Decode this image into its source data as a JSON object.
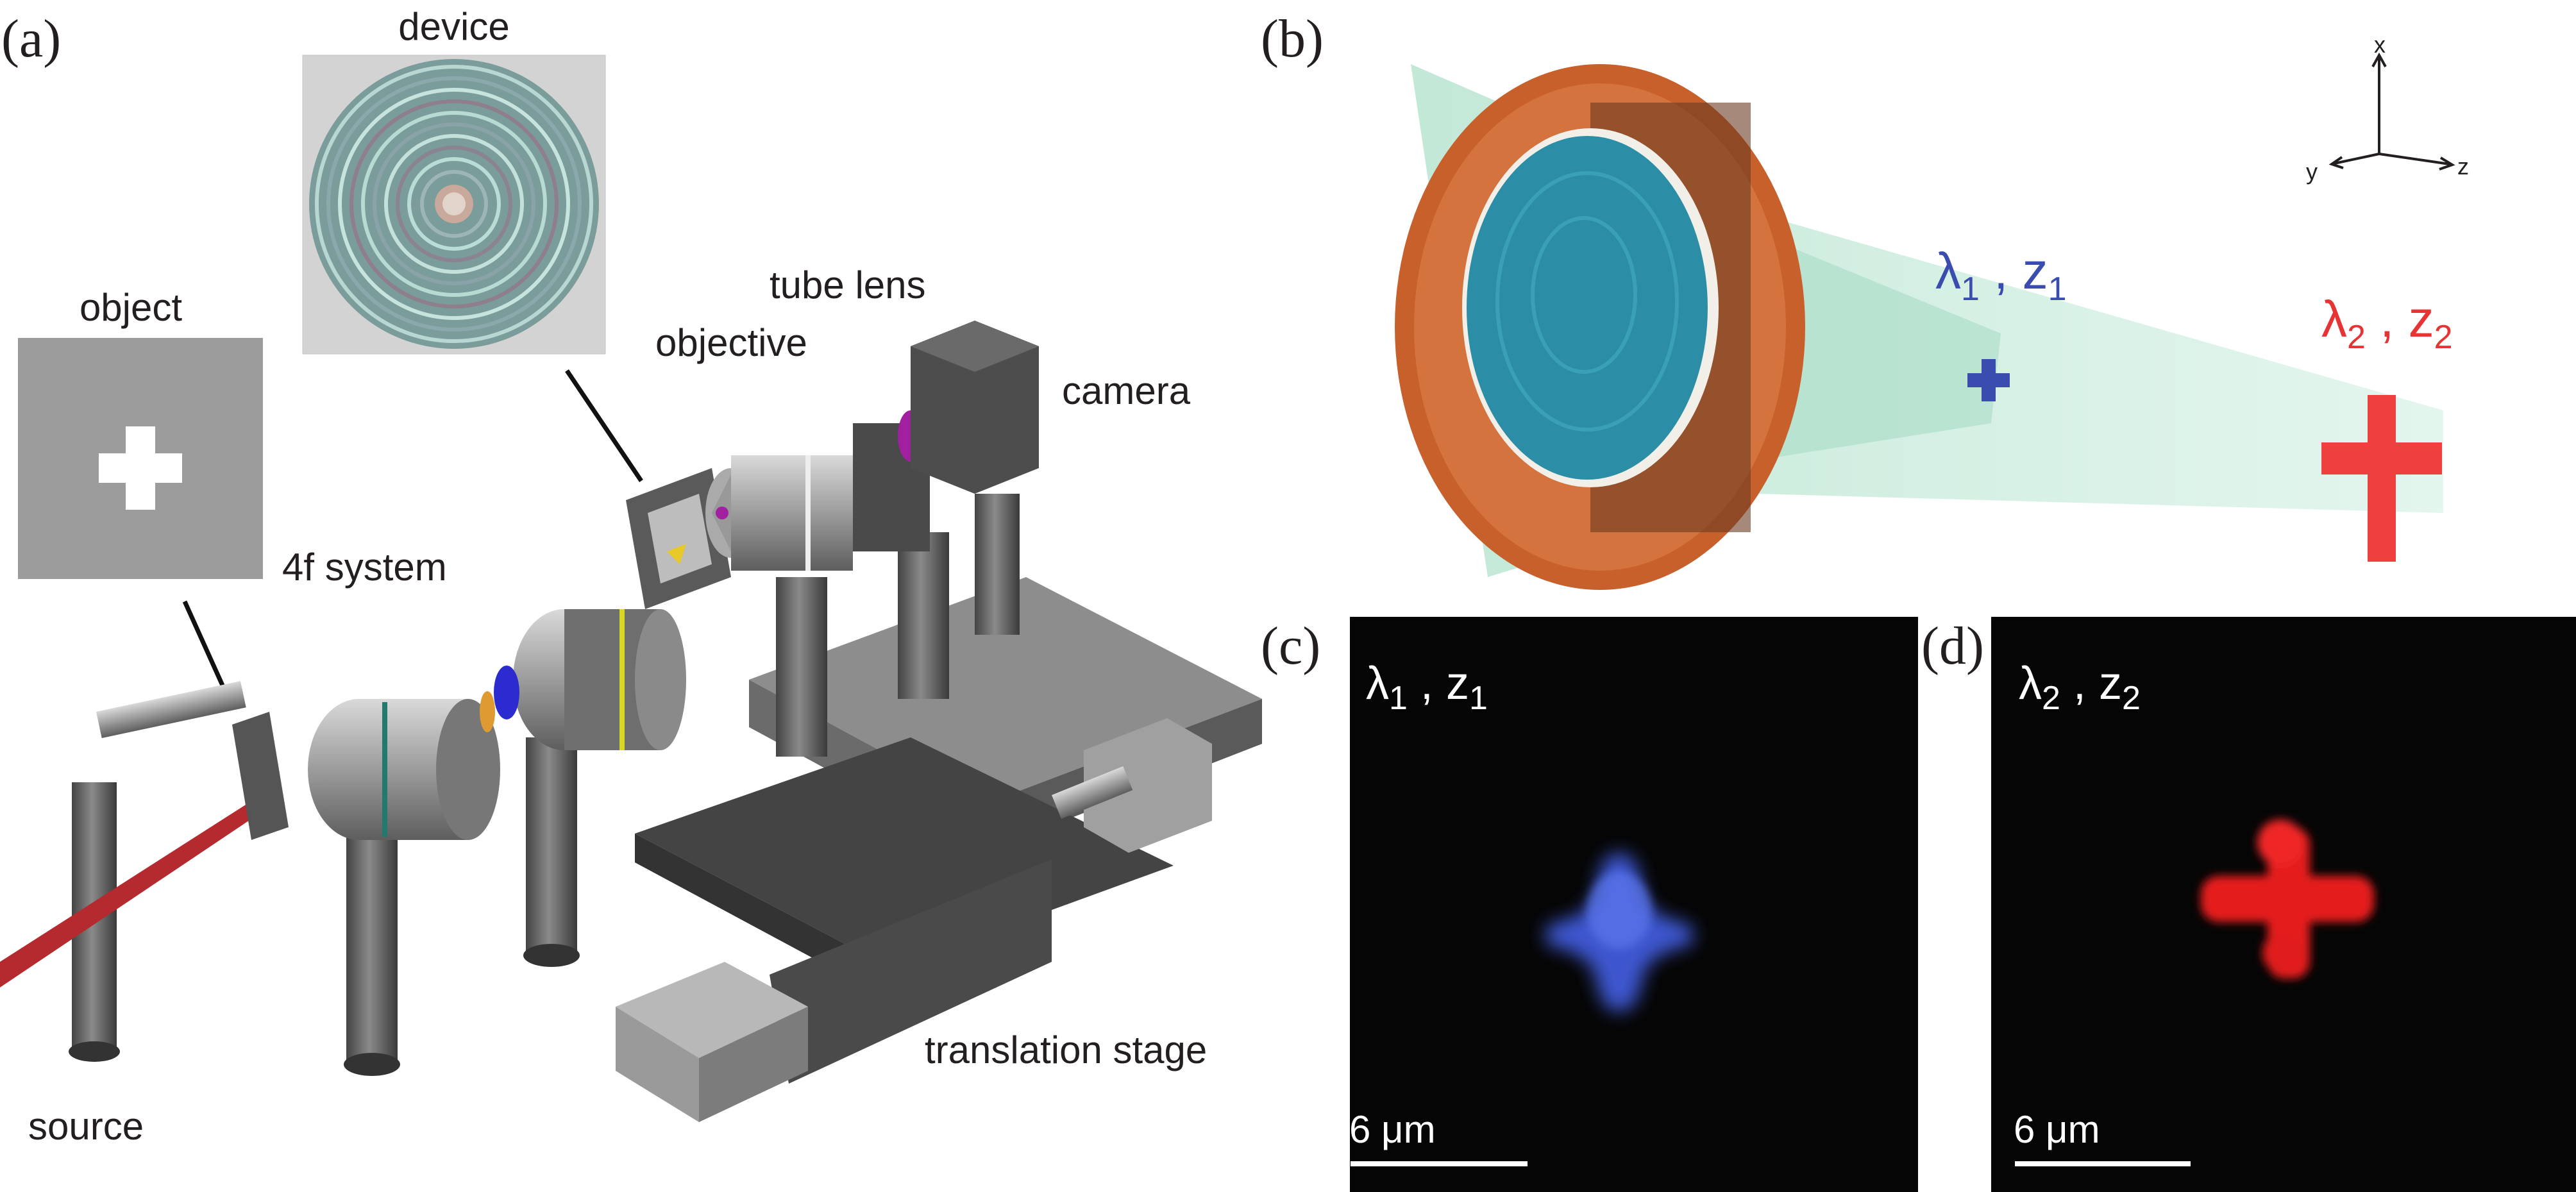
{
  "panels": {
    "a": "(a)",
    "b": "(b)",
    "c": "(c)",
    "d": "(d)"
  },
  "setup": {
    "device": "device",
    "object": "object",
    "tube_lens": "tube lens",
    "objective": "objective",
    "camera": "camera",
    "four_f": "4f system",
    "source": "source",
    "translation_stage": "translation stage"
  },
  "focus": {
    "axes": {
      "x": "x",
      "y": "y",
      "z": "z"
    },
    "spot1": {
      "lambda": "λ",
      "sub_l": "1",
      "sep": " , ",
      "z": "z",
      "sub_z": "1"
    },
    "spot2": {
      "lambda": "λ",
      "sub_l": "2",
      "sep": " , ",
      "z": "z",
      "sub_z": "2"
    }
  },
  "images": {
    "c": {
      "lambda": "λ",
      "sub_l": "1",
      "sep": " , ",
      "z": "z",
      "sub_z": "1",
      "scale": "6 μm"
    },
    "d": {
      "lambda": "λ",
      "sub_l": "2",
      "sep": " , ",
      "z": "z",
      "sub_z": "2",
      "scale": "6 μm"
    }
  },
  "colors": {
    "blue": "#3a4cae",
    "red": "#e63333",
    "background_dark": "#050505",
    "lens_blue": "#2b8ea6",
    "lens_copper": "#c8602c",
    "beam_green": "#b7e4cf",
    "laser": "#b52a2f"
  }
}
